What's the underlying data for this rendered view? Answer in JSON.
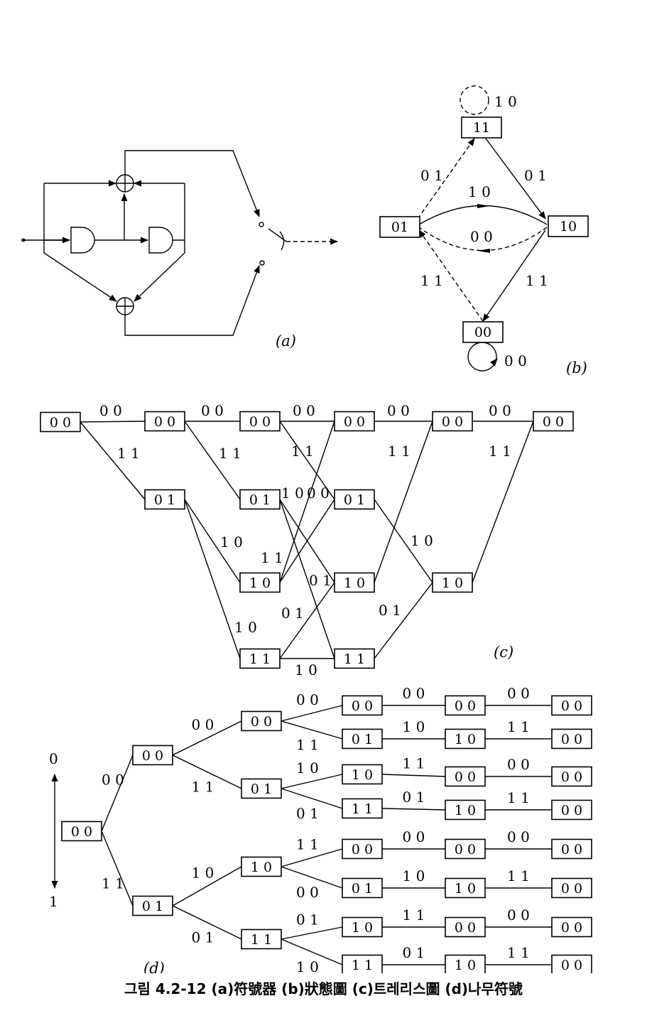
{
  "panel_a": {
    "label": "(a)"
  },
  "panel_b": {
    "label": "(b)",
    "states": [
      "11",
      "01",
      "10",
      "00"
    ],
    "edges": [
      {
        "from": "11",
        "to": "11",
        "label": "1 0"
      },
      {
        "from": "01",
        "to": "11",
        "label": "0 1"
      },
      {
        "from": "11",
        "to": "10",
        "label": "0 1"
      },
      {
        "from": "01",
        "to": "10",
        "label": "1 0"
      },
      {
        "from": "10",
        "to": "01",
        "label": "0 0"
      },
      {
        "from": "00",
        "to": "01",
        "label": "1 1"
      },
      {
        "from": "10",
        "to": "00",
        "label": "1 1"
      },
      {
        "from": "00",
        "to": "00",
        "label": "0 0"
      }
    ]
  },
  "panel_c": {
    "label": "(c)",
    "nodes": [
      {
        "id": "a",
        "text": "0 0"
      },
      {
        "id": "b",
        "text": "0 0"
      },
      {
        "id": "c",
        "text": "0 0"
      },
      {
        "id": "d",
        "text": "0 0"
      },
      {
        "id": "e",
        "text": "0 0"
      },
      {
        "id": "f",
        "text": "0 0"
      },
      {
        "id": "g",
        "text": "0 1"
      },
      {
        "id": "h",
        "text": "0 1"
      },
      {
        "id": "i",
        "text": "0 1"
      },
      {
        "id": "j",
        "text": "1 0"
      },
      {
        "id": "k",
        "text": "1 0"
      },
      {
        "id": "l",
        "text": "1 0"
      },
      {
        "id": "m",
        "text": "1 1"
      },
      {
        "id": "n",
        "text": "1 1"
      }
    ],
    "edges": [
      {
        "from": "a",
        "to": "b"
      },
      {
        "from": "b",
        "to": "c"
      },
      {
        "from": "c",
        "to": "d"
      },
      {
        "from": "d",
        "to": "e"
      },
      {
        "from": "e",
        "to": "f"
      },
      {
        "from": "a",
        "to": "g"
      },
      {
        "from": "b",
        "to": "h"
      },
      {
        "from": "c",
        "to": "i"
      },
      {
        "from": "g",
        "to": "j"
      },
      {
        "from": "g",
        "to": "m"
      },
      {
        "from": "h",
        "to": "k"
      },
      {
        "from": "h",
        "to": "n"
      },
      {
        "from": "i",
        "to": "l"
      },
      {
        "from": "j",
        "to": "d"
      },
      {
        "from": "j",
        "to": "i"
      },
      {
        "from": "m",
        "to": "k"
      },
      {
        "from": "m",
        "to": "n"
      },
      {
        "from": "k",
        "to": "e"
      },
      {
        "from": "n",
        "to": "l"
      },
      {
        "from": "l",
        "to": "f"
      }
    ],
    "labels": [
      "0 0",
      "0 0",
      "0 0",
      "0 0",
      "0 0",
      "1 1",
      "1 1",
      "1 1",
      "1 1",
      "1 1",
      "1 0",
      "0 0",
      "1 0",
      "1 1",
      "0 1",
      "1 0",
      "0 1",
      "0 1",
      "1 0"
    ]
  },
  "panel_d": {
    "label": "(d)",
    "axis_top": "0",
    "axis_bottom": "1",
    "nodes": [
      {
        "id": "r",
        "text": "0 0"
      },
      {
        "id": "p1",
        "text": "0 0"
      },
      {
        "id": "p2",
        "text": "0 1"
      },
      {
        "id": "q1",
        "text": "0 0"
      },
      {
        "id": "q2",
        "text": "0 1"
      },
      {
        "id": "q3",
        "text": "1 0"
      },
      {
        "id": "q4",
        "text": "1 1"
      },
      {
        "id": "s1",
        "text": "0 0"
      },
      {
        "id": "s2",
        "text": "0 1"
      },
      {
        "id": "s3",
        "text": "1 0"
      },
      {
        "id": "s4",
        "text": "1 1"
      },
      {
        "id": "s5",
        "text": "0 0"
      },
      {
        "id": "s6",
        "text": "0 1"
      },
      {
        "id": "s7",
        "text": "1 0"
      },
      {
        "id": "s8",
        "text": "1 1"
      },
      {
        "id": "t1",
        "text": "0 0"
      },
      {
        "id": "t2",
        "text": "1 0"
      },
      {
        "id": "t3",
        "text": "0 0"
      },
      {
        "id": "t4",
        "text": "1 0"
      },
      {
        "id": "t5",
        "text": "0 0"
      },
      {
        "id": "t6",
        "text": "1 0"
      },
      {
        "id": "t7",
        "text": "0 0"
      },
      {
        "id": "t8",
        "text": "1 0"
      },
      {
        "id": "u1",
        "text": "0 0"
      },
      {
        "id": "u2",
        "text": "0 0"
      },
      {
        "id": "u3",
        "text": "0 0"
      },
      {
        "id": "u4",
        "text": "0 0"
      },
      {
        "id": "u5",
        "text": "0 0"
      },
      {
        "id": "u6",
        "text": "0 0"
      },
      {
        "id": "u7",
        "text": "0 0"
      },
      {
        "id": "u8",
        "text": "0 0"
      }
    ],
    "edges": [
      {
        "from": "r",
        "to": "p1",
        "label": "0 0"
      },
      {
        "from": "r",
        "to": "p2",
        "label": "1 1"
      },
      {
        "from": "p1",
        "to": "q1",
        "label": "0 0"
      },
      {
        "from": "p1",
        "to": "q2",
        "label": "1 1"
      },
      {
        "from": "p2",
        "to": "q3",
        "label": "1 0"
      },
      {
        "from": "p2",
        "to": "q4",
        "label": "0 1"
      },
      {
        "from": "q1",
        "to": "s1",
        "label": "0 0"
      },
      {
        "from": "q1",
        "to": "s2",
        "label": "1 1"
      },
      {
        "from": "q2",
        "to": "s3",
        "label": "1 0"
      },
      {
        "from": "q2",
        "to": "s4",
        "label": "0 1"
      },
      {
        "from": "q3",
        "to": "s5",
        "label": "1 1"
      },
      {
        "from": "q3",
        "to": "s6",
        "label": "0 0"
      },
      {
        "from": "q4",
        "to": "s7",
        "label": "0 1"
      },
      {
        "from": "q4",
        "to": "s8",
        "label": "1 0"
      },
      {
        "from": "s1",
        "to": "t1",
        "label": "0 0"
      },
      {
        "from": "s2",
        "to": "t2",
        "label": "1 0"
      },
      {
        "from": "s3",
        "to": "t3",
        "label": "1 1"
      },
      {
        "from": "s4",
        "to": "t4",
        "label": "0 1"
      },
      {
        "from": "s5",
        "to": "t5",
        "label": "0 0"
      },
      {
        "from": "s6",
        "to": "t6",
        "label": "1 0"
      },
      {
        "from": "s7",
        "to": "t7",
        "label": "1 1"
      },
      {
        "from": "s8",
        "to": "t8",
        "label": "0 1"
      },
      {
        "from": "t1",
        "to": "u1",
        "label": "0 0"
      },
      {
        "from": "t2",
        "to": "u2",
        "label": "1 1"
      },
      {
        "from": "t3",
        "to": "u3",
        "label": "0 0"
      },
      {
        "from": "t4",
        "to": "u4",
        "label": "1 1"
      },
      {
        "from": "t5",
        "to": "u5",
        "label": "0 0"
      },
      {
        "from": "t6",
        "to": "u6",
        "label": "1 1"
      },
      {
        "from": "t7",
        "to": "u7",
        "label": "0 0"
      },
      {
        "from": "t8",
        "to": "u8",
        "label": "1 1"
      }
    ]
  },
  "caption": "그림 4.2-12 (a)符號器 (b)狀態圖 (c)트레리스圖 (d)나무符號"
}
